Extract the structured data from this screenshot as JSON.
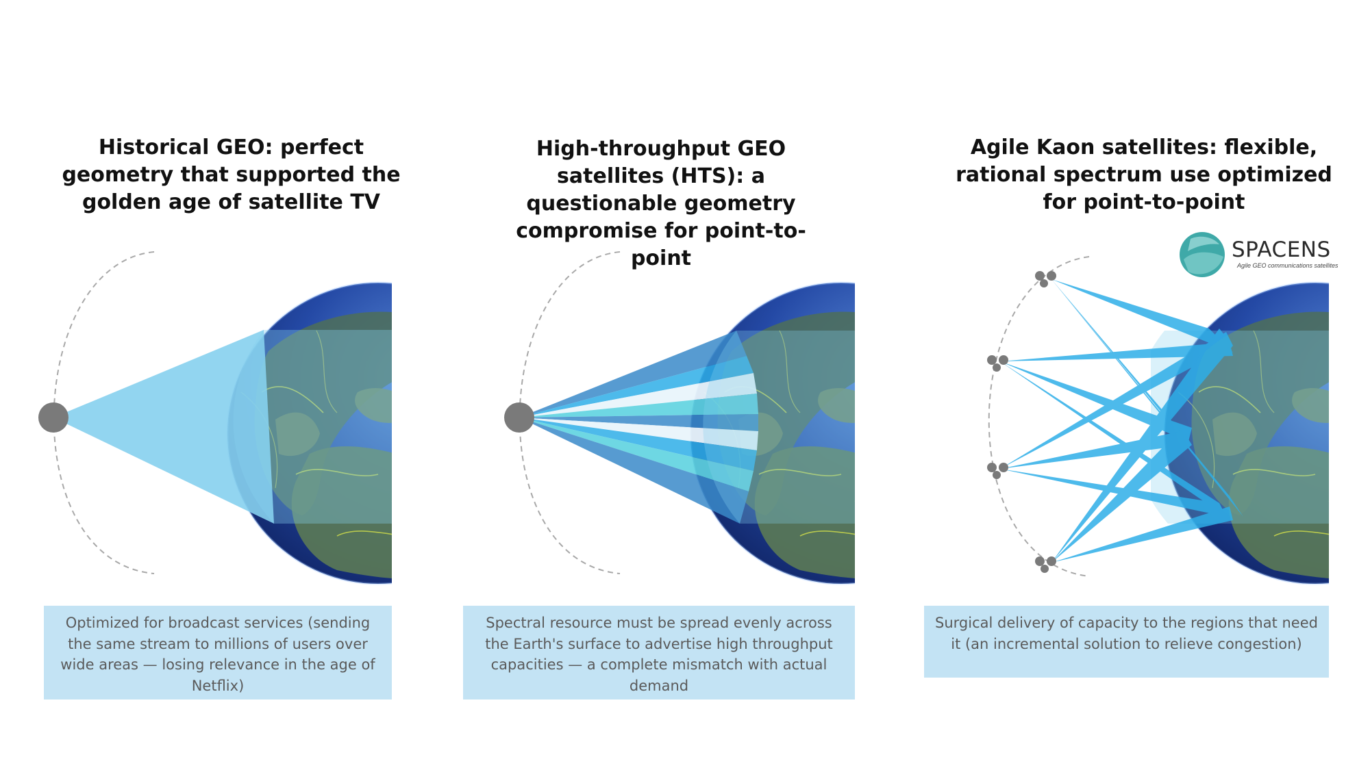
{
  "panels": [
    {
      "title": "Historical GEO: perfect geometry that supported the golden age of satellite TV",
      "description": "Optimized for broadcast services (sending the same stream to millions of users over wide areas — losing relevance in the age of Netflix)"
    },
    {
      "title": "High-throughput GEO satellites (HTS): a questionable geometry compromise for point-to-point",
      "description": "Spectral resource must be spread evenly across the Earth's surface to advertise high throughput capacities — a complete mismatch with actual demand"
    },
    {
      "title": "Agile Kaon satellites: flexible, rational spectrum use optimized for point-to-point",
      "description": "Surgical delivery of capacity to the regions that need it (an incremental solution to relieve congestion)"
    }
  ],
  "logo": {
    "name": "SPACENS",
    "tagline": "Agile GEO communications satellites"
  },
  "colors": {
    "beam_light": "#86d0ee",
    "beam_blue": "#2eaee8",
    "beam_dark": "#3a8ac9",
    "beam_pale": "#e9f4fb",
    "beam_teal": "#5ed3e0",
    "satellite": "#7a7a7a",
    "orbit": "#a8a8a8",
    "caption_bg": "#c3e3f4",
    "logo_teal": "#3fa9a8"
  }
}
